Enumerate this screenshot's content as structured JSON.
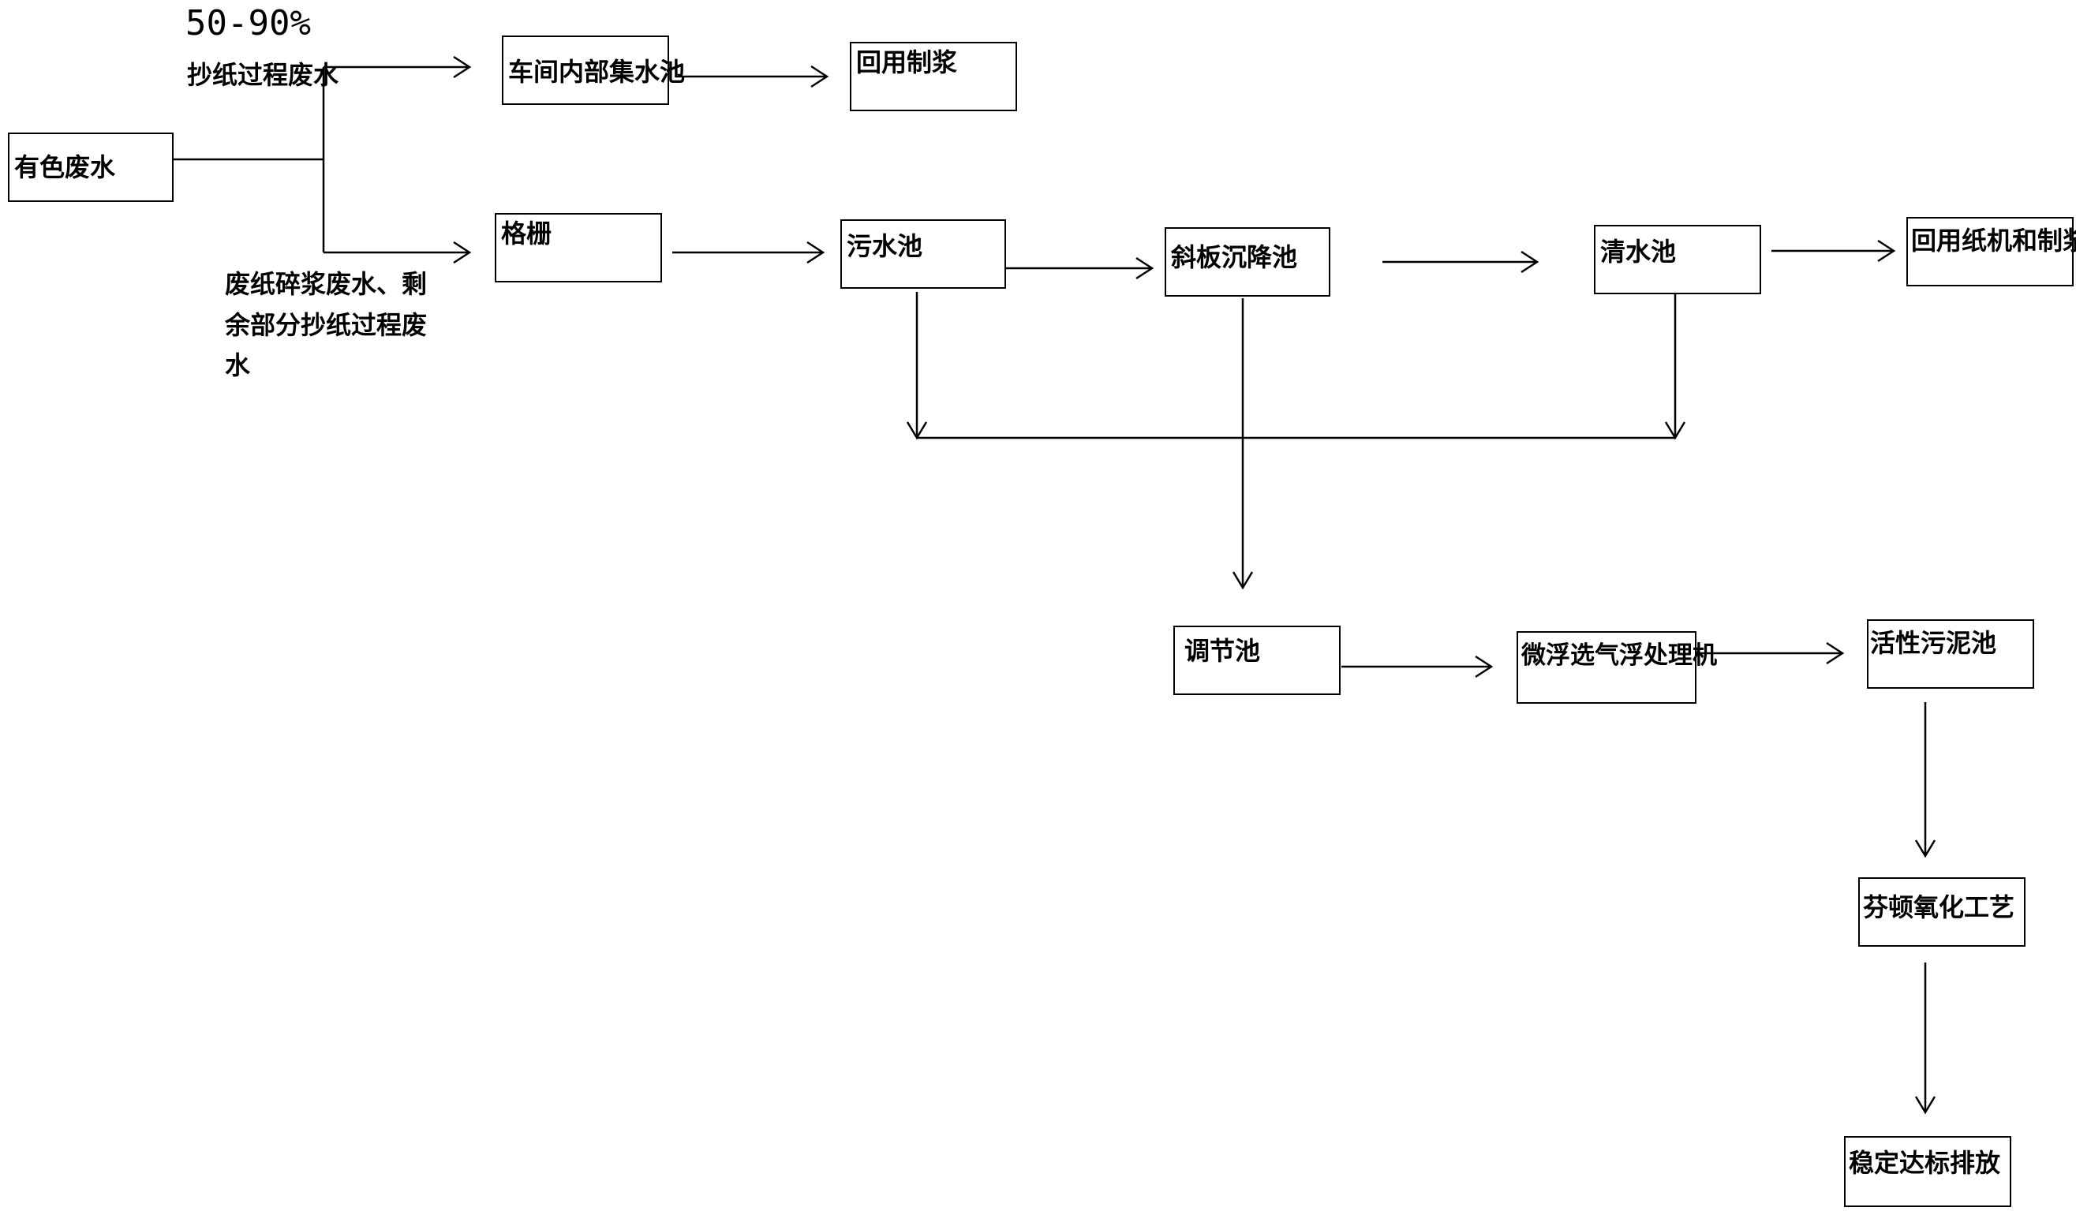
{
  "annotations": {
    "percent": "50-90%",
    "top_branch": "抄纸过程废水",
    "bottom_branch_lines": [
      "废纸碎浆废水、剩",
      "余部分抄纸过程废",
      "水"
    ]
  },
  "nodes": {
    "colored_wastewater": "有色废水",
    "workshop_collection_tank": "车间内部集水池",
    "reuse_pulping": "回用制浆",
    "grille": "格栅",
    "sewage_tank": "污水池",
    "inclined_plate_settler": "斜板沉降池",
    "clear_water_tank": "清水池",
    "reuse_paper_machine_pulping": "回用纸机和制浆",
    "regulating_tank": "调节池",
    "micro_flotation_machine": "微浮选气浮处理机",
    "activated_sludge_tank": "活性污泥池",
    "fenton_oxidation": "芬顿氧化工艺",
    "stable_discharge": "稳定达标排放"
  }
}
